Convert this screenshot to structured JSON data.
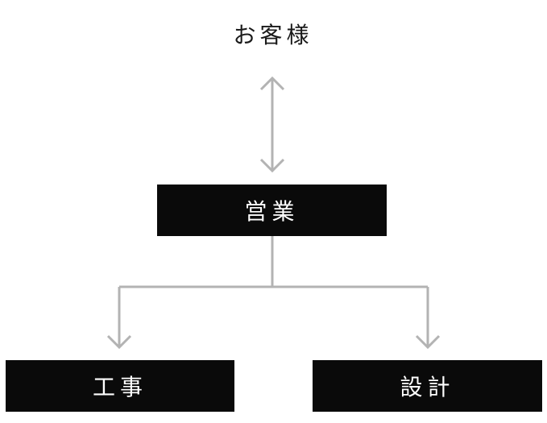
{
  "diagram": {
    "customer": "お客様",
    "sales": "営業",
    "construction": "工事",
    "design": "設計"
  },
  "colors": {
    "box_fill": "#0a0a0a",
    "box_text": "#ffffff",
    "connector": "#b3b3b3",
    "label_text": "#1a1a1a"
  }
}
